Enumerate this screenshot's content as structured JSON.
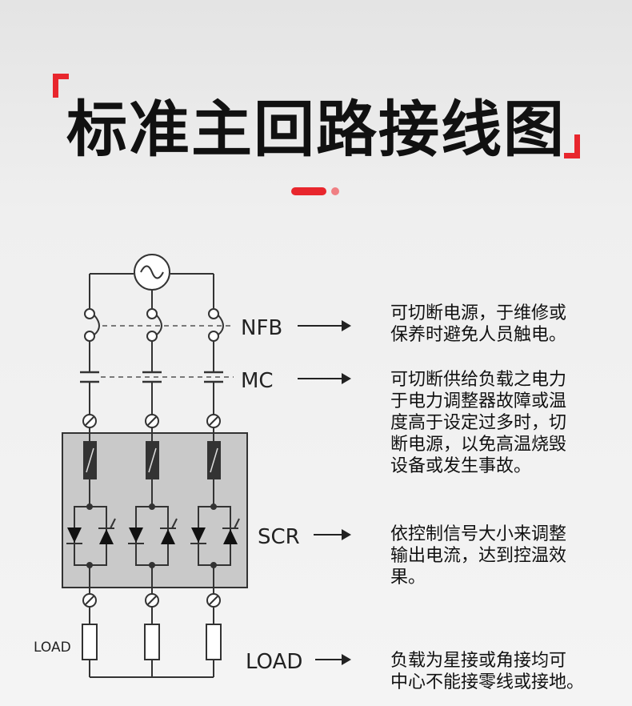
{
  "title": "标准主回路接线图",
  "labels": {
    "nfb": "NFB",
    "mc": "MC",
    "scr": "SCR",
    "load": "LOAD",
    "load_left": "LOAD"
  },
  "descriptions": {
    "nfb": "可切断电源，于维修或\n保养时避免人员触电。",
    "mc": "可切断供给负载之电力\n于电力调整器故障或温\n度高于设定过多时，切\n断电源，以免高温烧毁\n设备或发生事故。",
    "scr": "依控制信号大小来调整\n输出电流，达到控温效\n果。",
    "load": "负载为星接或角接均可\n中心不能接零线或接地。"
  },
  "colors": {
    "accent": "#e8262d",
    "accent_light": "#f07f83",
    "scr_box": "#c9c9c9",
    "line": "#333333"
  }
}
